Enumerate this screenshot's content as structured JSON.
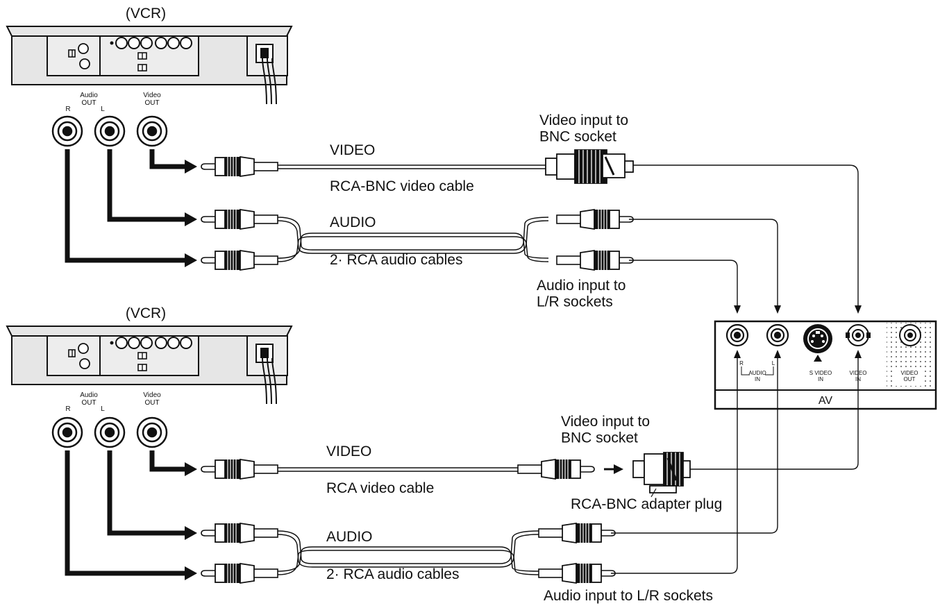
{
  "colors": {
    "ink": "#111111",
    "panel": "#e6e6e6",
    "plug": "#d8d8d8",
    "cable": "#ffffff"
  },
  "vcr1": {
    "label": "(VCR)",
    "audio_out": "Audio\nOUT",
    "video_out": "Video\nOUT",
    "r": "R",
    "l": "L"
  },
  "vcr2": {
    "label": "(VCR)",
    "audio_out": "Audio\nOUT",
    "video_out": "Video\nOUT",
    "r": "R",
    "l": "L"
  },
  "top": {
    "video": "VIDEO",
    "video_cable": "RCA-BNC video cable",
    "video_input": "Video input to\nBNC socket",
    "audio": "AUDIO",
    "audio_cables": "2· RCA audio cables",
    "audio_input": "Audio input to\nL/R sockets"
  },
  "bottom": {
    "video": "VIDEO",
    "video_cable": "RCA video cable",
    "video_input": "Video input to\nBNC socket",
    "adapter": "RCA-BNC adapter plug",
    "audio": "AUDIO",
    "audio_cables": "2· RCA audio cables",
    "audio_input": "Audio input to L/R sockets"
  },
  "av_panel": {
    "title": "AV",
    "r": "R",
    "l": "L",
    "audio_in": "AUDIO\nIN",
    "s_video_in": "S  VIDEO\nIN",
    "video_in": "VIDEO\nIN",
    "video_out": "VIDEO\nOUT"
  }
}
